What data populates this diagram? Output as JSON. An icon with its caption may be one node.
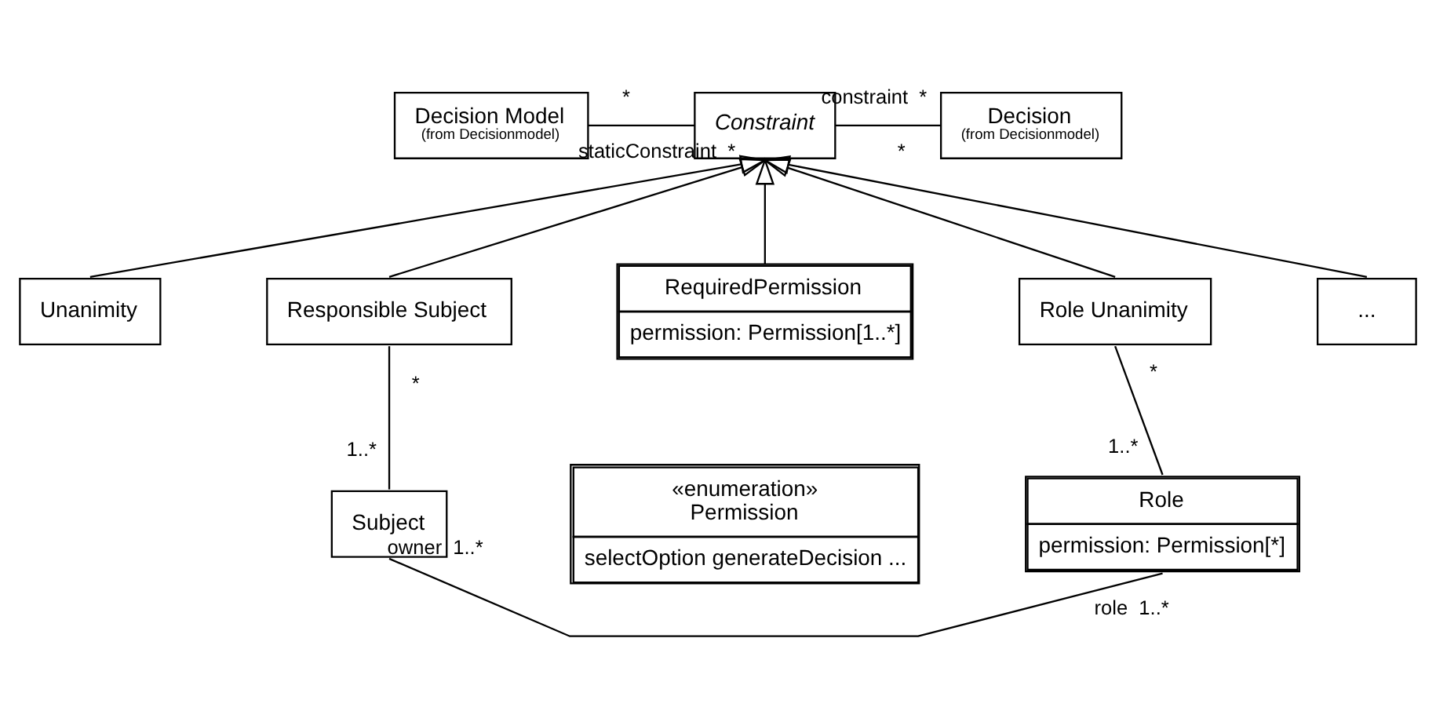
{
  "diagram": {
    "nodes": [
      {
        "text": [
          "Decision Model",
          "(from Decisionmodel)"
        ]
      },
      {
        "text": [
          "Constraint"
        ]
      },
      {
        "text": [
          "Decision",
          "(from Decisionmodel)"
        ]
      },
      {
        "text": [
          "Unanimity"
        ]
      },
      {
        "text": [
          "Responsible Subject"
        ]
      },
      {
        "text": [
          "RequiredPermission",
          "permission: Permission[1..*]"
        ]
      },
      {
        "text": [
          "Role Unanimity"
        ]
      },
      {
        "text": [
          "..."
        ]
      },
      {
        "text": [
          "Subject"
        ]
      },
      {
        "text": [
          "«enumeration»",
          "Permission",
          "selectOption generateDecision ..."
        ]
      },
      {
        "text": [
          "Role",
          "permission: Permission[*]"
        ]
      }
    ],
    "edges": [
      {
        "from": 0,
        "to": 1,
        "arrow": "none"
      },
      {
        "from": 1,
        "to": 2,
        "arrow": "none"
      },
      {
        "from": 3,
        "to": 1,
        "arrow": "to"
      },
      {
        "from": 4,
        "to": 1,
        "arrow": "to"
      },
      {
        "from": 5,
        "to": 1,
        "arrow": "to"
      },
      {
        "from": 6,
        "to": 1,
        "arrow": "to"
      },
      {
        "from": 7,
        "to": 1,
        "arrow": "to"
      },
      {
        "from": 4,
        "to": 8,
        "arrow": "none"
      },
      {
        "from": 6,
        "to": 10,
        "arrow": "none"
      },
      {
        "from": 8,
        "to": 10,
        "arrow": "none"
      }
    ],
    "labels": [
      "*",
      "staticConstraint",
      "constraint",
      "*",
      "*",
      "*",
      "*",
      "1..*",
      "*",
      "1..*",
      "owner",
      "1..*",
      "role",
      "1..*"
    ]
  }
}
